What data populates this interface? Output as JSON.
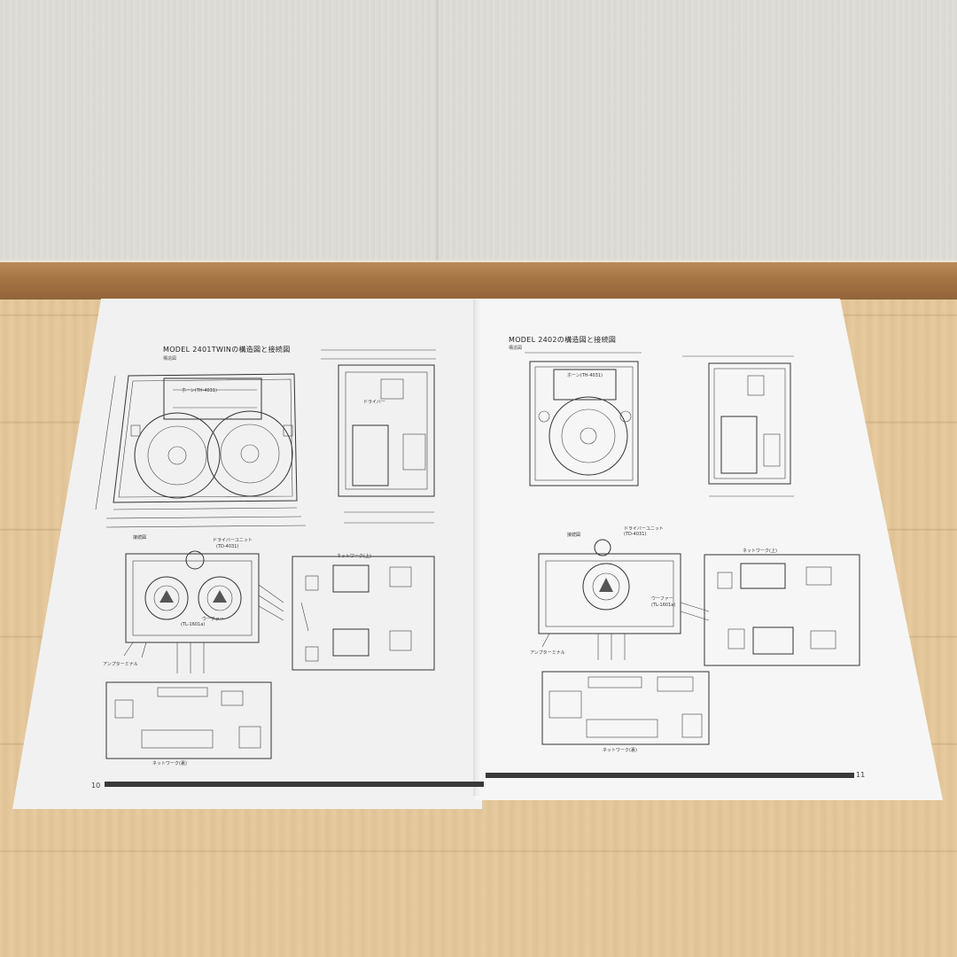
{
  "left_page": {
    "title": "MODEL 2401TWINの構造図と接続図",
    "subtitle": "構造図",
    "labels": {
      "horn_unit": "ホーン(TH-4031)",
      "driver": "ドライバー",
      "connection_diagram": "接続図",
      "driver_unit": "ドライバーユニット",
      "driver_unit_code": "(TD-4031)",
      "network_upper": "ネットワーク(上)",
      "woofer": "ウーファー",
      "woofer_code": "(TL-1601a)",
      "amp_terminal": "アンプターミナル",
      "network_lower": "ネットワーク(裏)"
    },
    "page_number": "10"
  },
  "right_page": {
    "title": "MODEL 2402の構造図と接続図",
    "subtitle": "構造図",
    "labels": {
      "horn_unit": "ホーン(TH-4031)",
      "connection_diagram": "接続図",
      "driver_unit": "ドライバーユニット",
      "driver_unit_code": "(TD-4031)",
      "network_upper": "ネットワーク(上)",
      "woofer": "ウーファー",
      "woofer_code": "(TL-1601a)",
      "amp_terminal": "アンプターミナル",
      "network_lower": "ネットワーク(裏)"
    },
    "page_number": "11"
  },
  "colors": {
    "paper": "#f4f4f4",
    "ink": "#333333",
    "wall": "#dedcd6",
    "baseboard": "#a57443",
    "floor": "#e6c89a"
  }
}
